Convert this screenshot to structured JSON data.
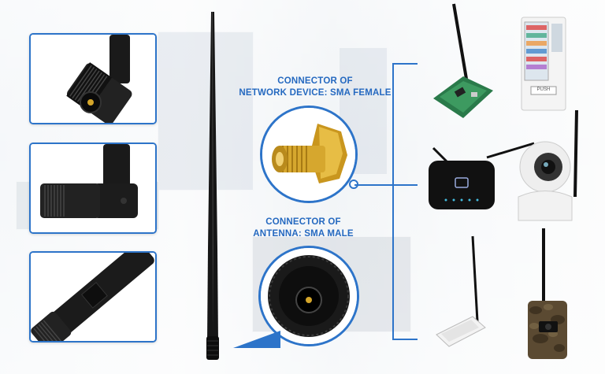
{
  "callouts": {
    "female": {
      "line1": "CONNECTOR OF",
      "line2": "NETWORK DEVICE: SMA FEMALE"
    },
    "male": {
      "line1": "CONNECTOR OF",
      "line2": "ANTENNA: SMA MALE"
    }
  },
  "device_labels": {
    "vending_push": "PUSH"
  },
  "colors": {
    "accent": "#2d74c9",
    "callout_text": "#2569c0",
    "gold": "#d4a52a",
    "antenna": "#111111"
  }
}
